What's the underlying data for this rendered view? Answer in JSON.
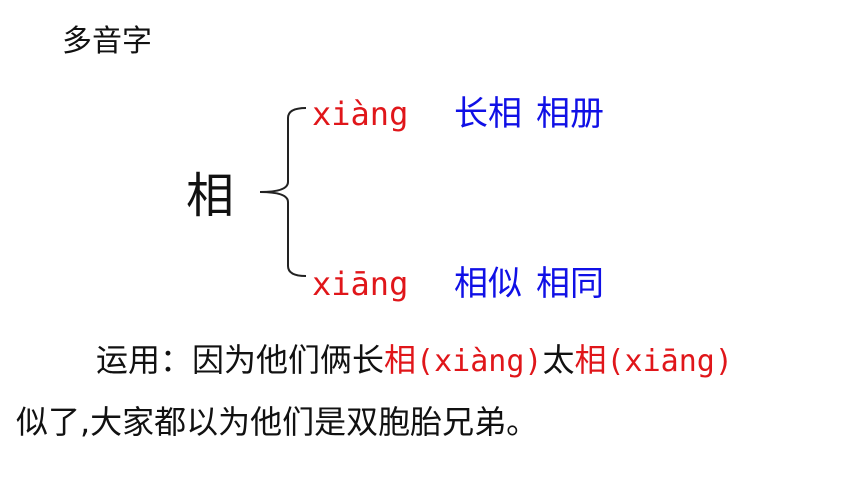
{
  "heading": "多音字",
  "character": "相",
  "readings": [
    {
      "pinyin": "xiàng",
      "words": [
        "长相",
        "相册"
      ]
    },
    {
      "pinyin": "xiāng",
      "words": [
        "相似",
        "相同"
      ]
    }
  ],
  "usage": {
    "prefix": "运用：因为他们俩长",
    "char1": "相",
    "pinyin1": "(xiàng)",
    "middle": "太",
    "char2": "相",
    "pinyin2": "(xiāng)",
    "line2": "似了,大家都以为他们是双胞胎兄弟。"
  },
  "colors": {
    "pinyin": "#e0161a",
    "words": "#1010e6",
    "text": "#111111"
  }
}
